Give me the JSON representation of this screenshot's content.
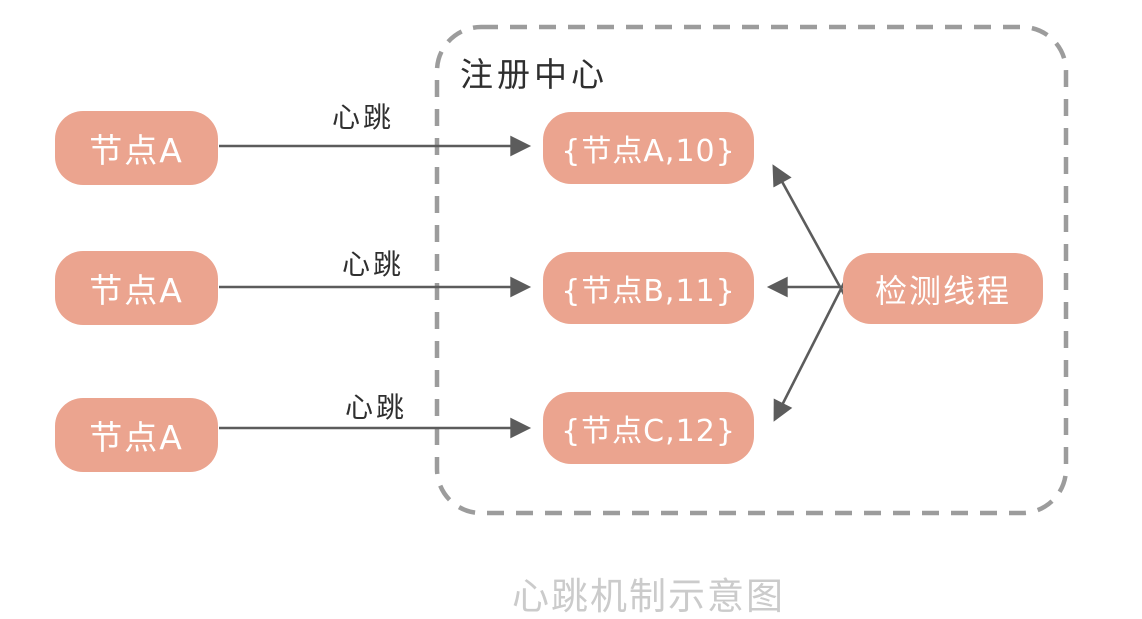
{
  "diagram": {
    "caption": "心跳机制示意图",
    "nodes": [
      {
        "label": "节点A"
      },
      {
        "label": "节点A"
      },
      {
        "label": "节点A"
      }
    ],
    "heartbeat_labels": [
      "心跳",
      "心跳",
      "心跳"
    ],
    "registry": {
      "label": "注册中心",
      "entries": [
        {
          "label": "{节点A,10}"
        },
        {
          "label": "{节点B,11}"
        },
        {
          "label": "{节点C,12}"
        }
      ]
    },
    "detector": {
      "label": "检测线程"
    },
    "colors": {
      "node_fill": "#eba48f",
      "node_text": "#ffffff",
      "arrow": "#5c5c5c",
      "dashed_border": "#9c9c9c",
      "label_text": "#2f2f2f",
      "caption_text": "#cbcbcb",
      "background": "#ffffff"
    }
  }
}
